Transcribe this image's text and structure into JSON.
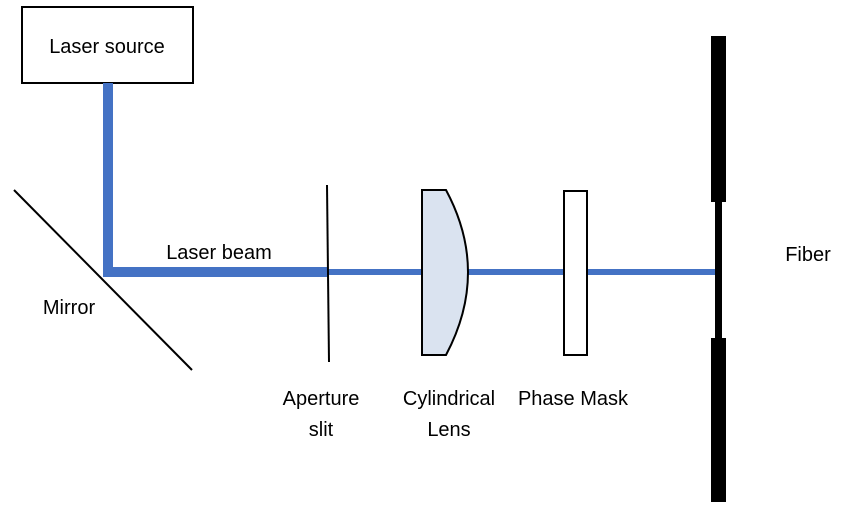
{
  "labels": {
    "laser_source": "Laser source",
    "laser_beam": "Laser beam",
    "mirror": "Mirror",
    "aperture_line1": "Aperture",
    "aperture_line2": "slit",
    "lens_line1": "Cylindrical",
    "lens_line2": "Lens",
    "phase_mask": "Phase Mask",
    "fiber": "Fiber"
  },
  "colors": {
    "beam": "#4472c4",
    "lens_fill": "#dae3f0",
    "outline": "#000000",
    "fiber": "#000000"
  }
}
